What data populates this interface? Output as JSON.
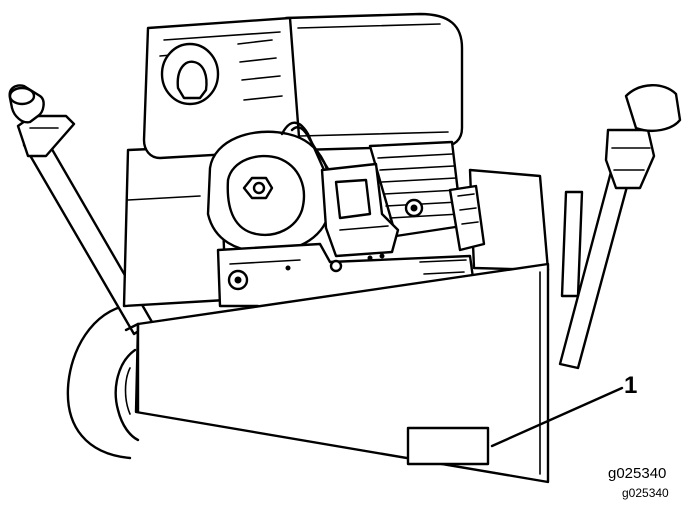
{
  "callout": {
    "number": "1"
  },
  "figure_code": {
    "main": "g025340",
    "sub": "g025340"
  }
}
